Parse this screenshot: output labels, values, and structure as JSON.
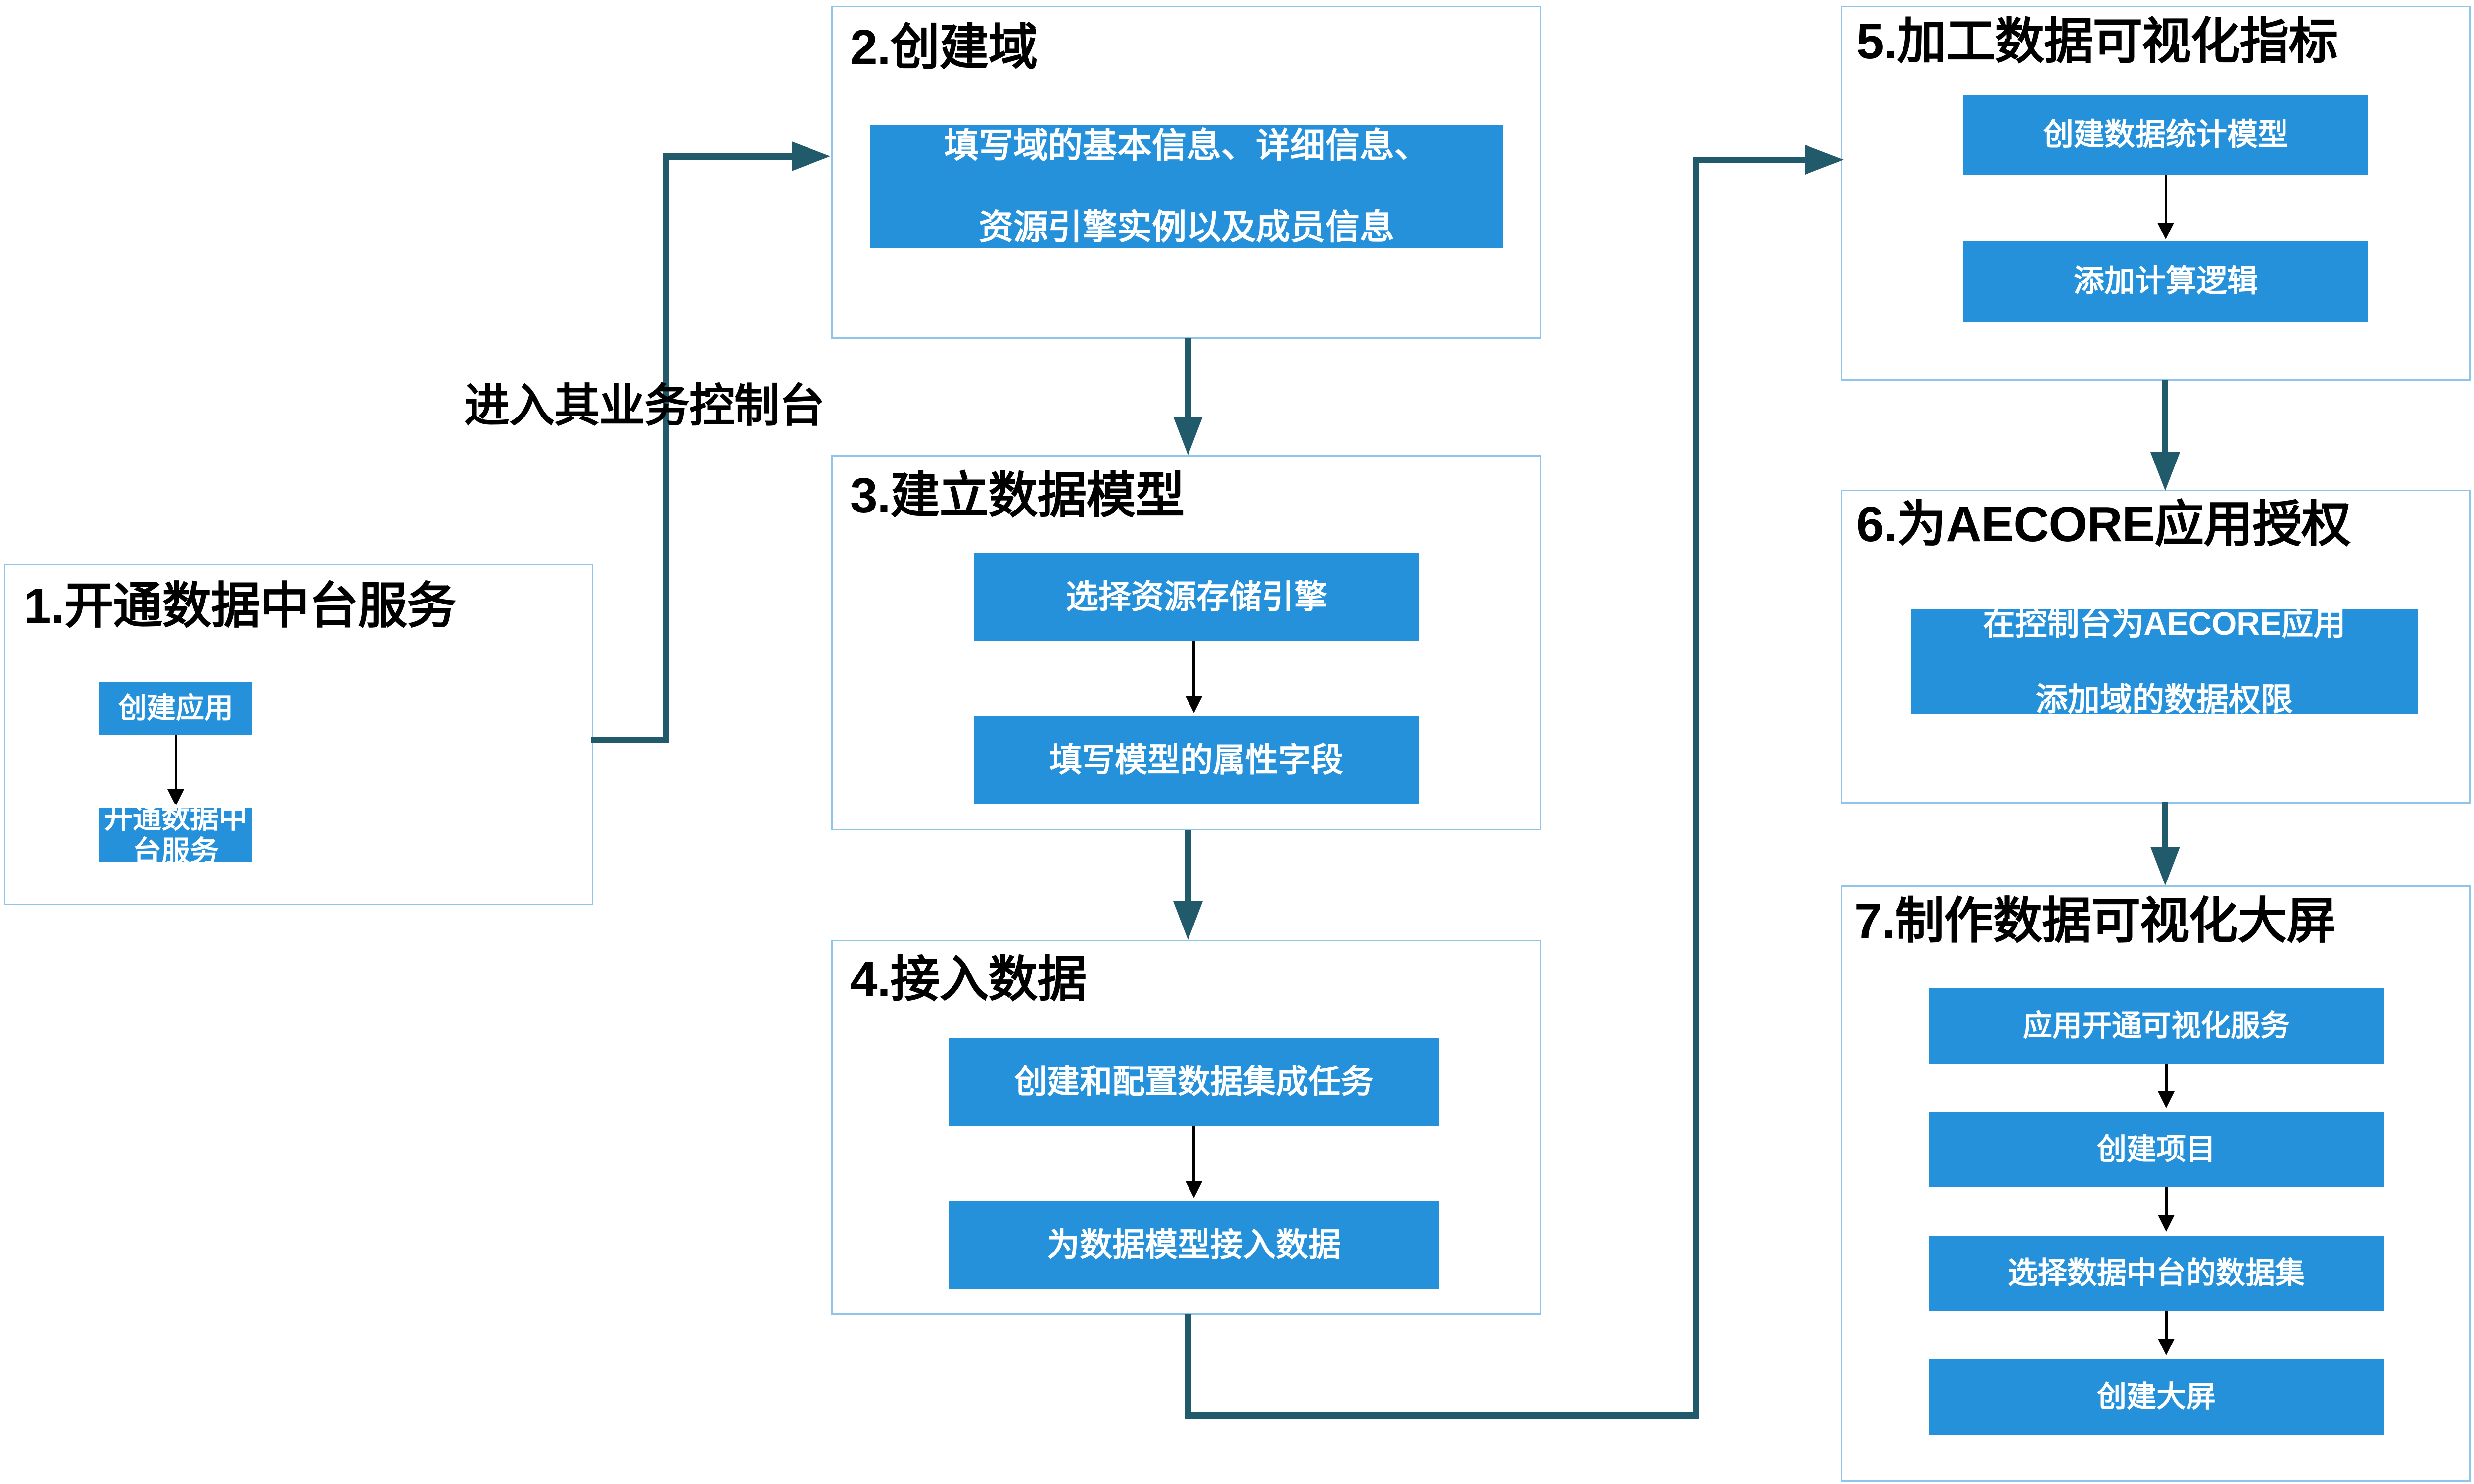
{
  "diagram": {
    "title_style": "numbered-step-flowchart",
    "colors": {
      "action_fill": "#2691DB",
      "action_text": "#FFFFFF",
      "group_border": "#8FC5EB",
      "connector": "#215B6B",
      "inner_arrow": "#000000",
      "background": "#FFFFFF"
    },
    "edge_labels": [
      {
        "id": "enter-console",
        "text": "进入其业务控制台"
      }
    ],
    "steps": [
      {
        "id": "step-1",
        "title": "1.开通数据中台服务",
        "actions": [
          {
            "id": "s1-a1",
            "label": "创建应用"
          },
          {
            "id": "s1-a2",
            "label": "开通数据中台服务"
          }
        ]
      },
      {
        "id": "step-2",
        "title": "2.创建域",
        "actions": [
          {
            "id": "s2-a1",
            "label": "填写域的基本信息、详细信息、\n资源引擎实例以及成员信息",
            "line1": "填写域的基本信息、详细信息、",
            "line2": "资源引擎实例以及成员信息"
          }
        ]
      },
      {
        "id": "step-3",
        "title": "3.建立数据模型",
        "actions": [
          {
            "id": "s3-a1",
            "label": "选择资源存储引擎"
          },
          {
            "id": "s3-a2",
            "label": "填写模型的属性字段"
          }
        ]
      },
      {
        "id": "step-4",
        "title": "4.接入数据",
        "actions": [
          {
            "id": "s4-a1",
            "label": "创建和配置数据集成任务"
          },
          {
            "id": "s4-a2",
            "label": "为数据模型接入数据"
          }
        ]
      },
      {
        "id": "step-5",
        "title": "5.加工数据可视化指标",
        "actions": [
          {
            "id": "s5-a1",
            "label": "创建数据统计模型"
          },
          {
            "id": "s5-a2",
            "label": "添加计算逻辑"
          }
        ]
      },
      {
        "id": "step-6",
        "title": "6.为AECORE应用授权",
        "actions": [
          {
            "id": "s6-a1",
            "label": "在控制台为AECORE应用添加域的数据权限",
            "line1": "在控制台为AECORE应用",
            "line2": "添加域的数据权限"
          }
        ]
      },
      {
        "id": "step-7",
        "title": "7.制作数据可视化大屏",
        "actions": [
          {
            "id": "s7-a1",
            "label": "应用开通可视化服务"
          },
          {
            "id": "s7-a2",
            "label": "创建项目"
          },
          {
            "id": "s7-a3",
            "label": "选择数据中台的数据集"
          },
          {
            "id": "s7-a4",
            "label": "创建大屏"
          }
        ]
      }
    ]
  }
}
